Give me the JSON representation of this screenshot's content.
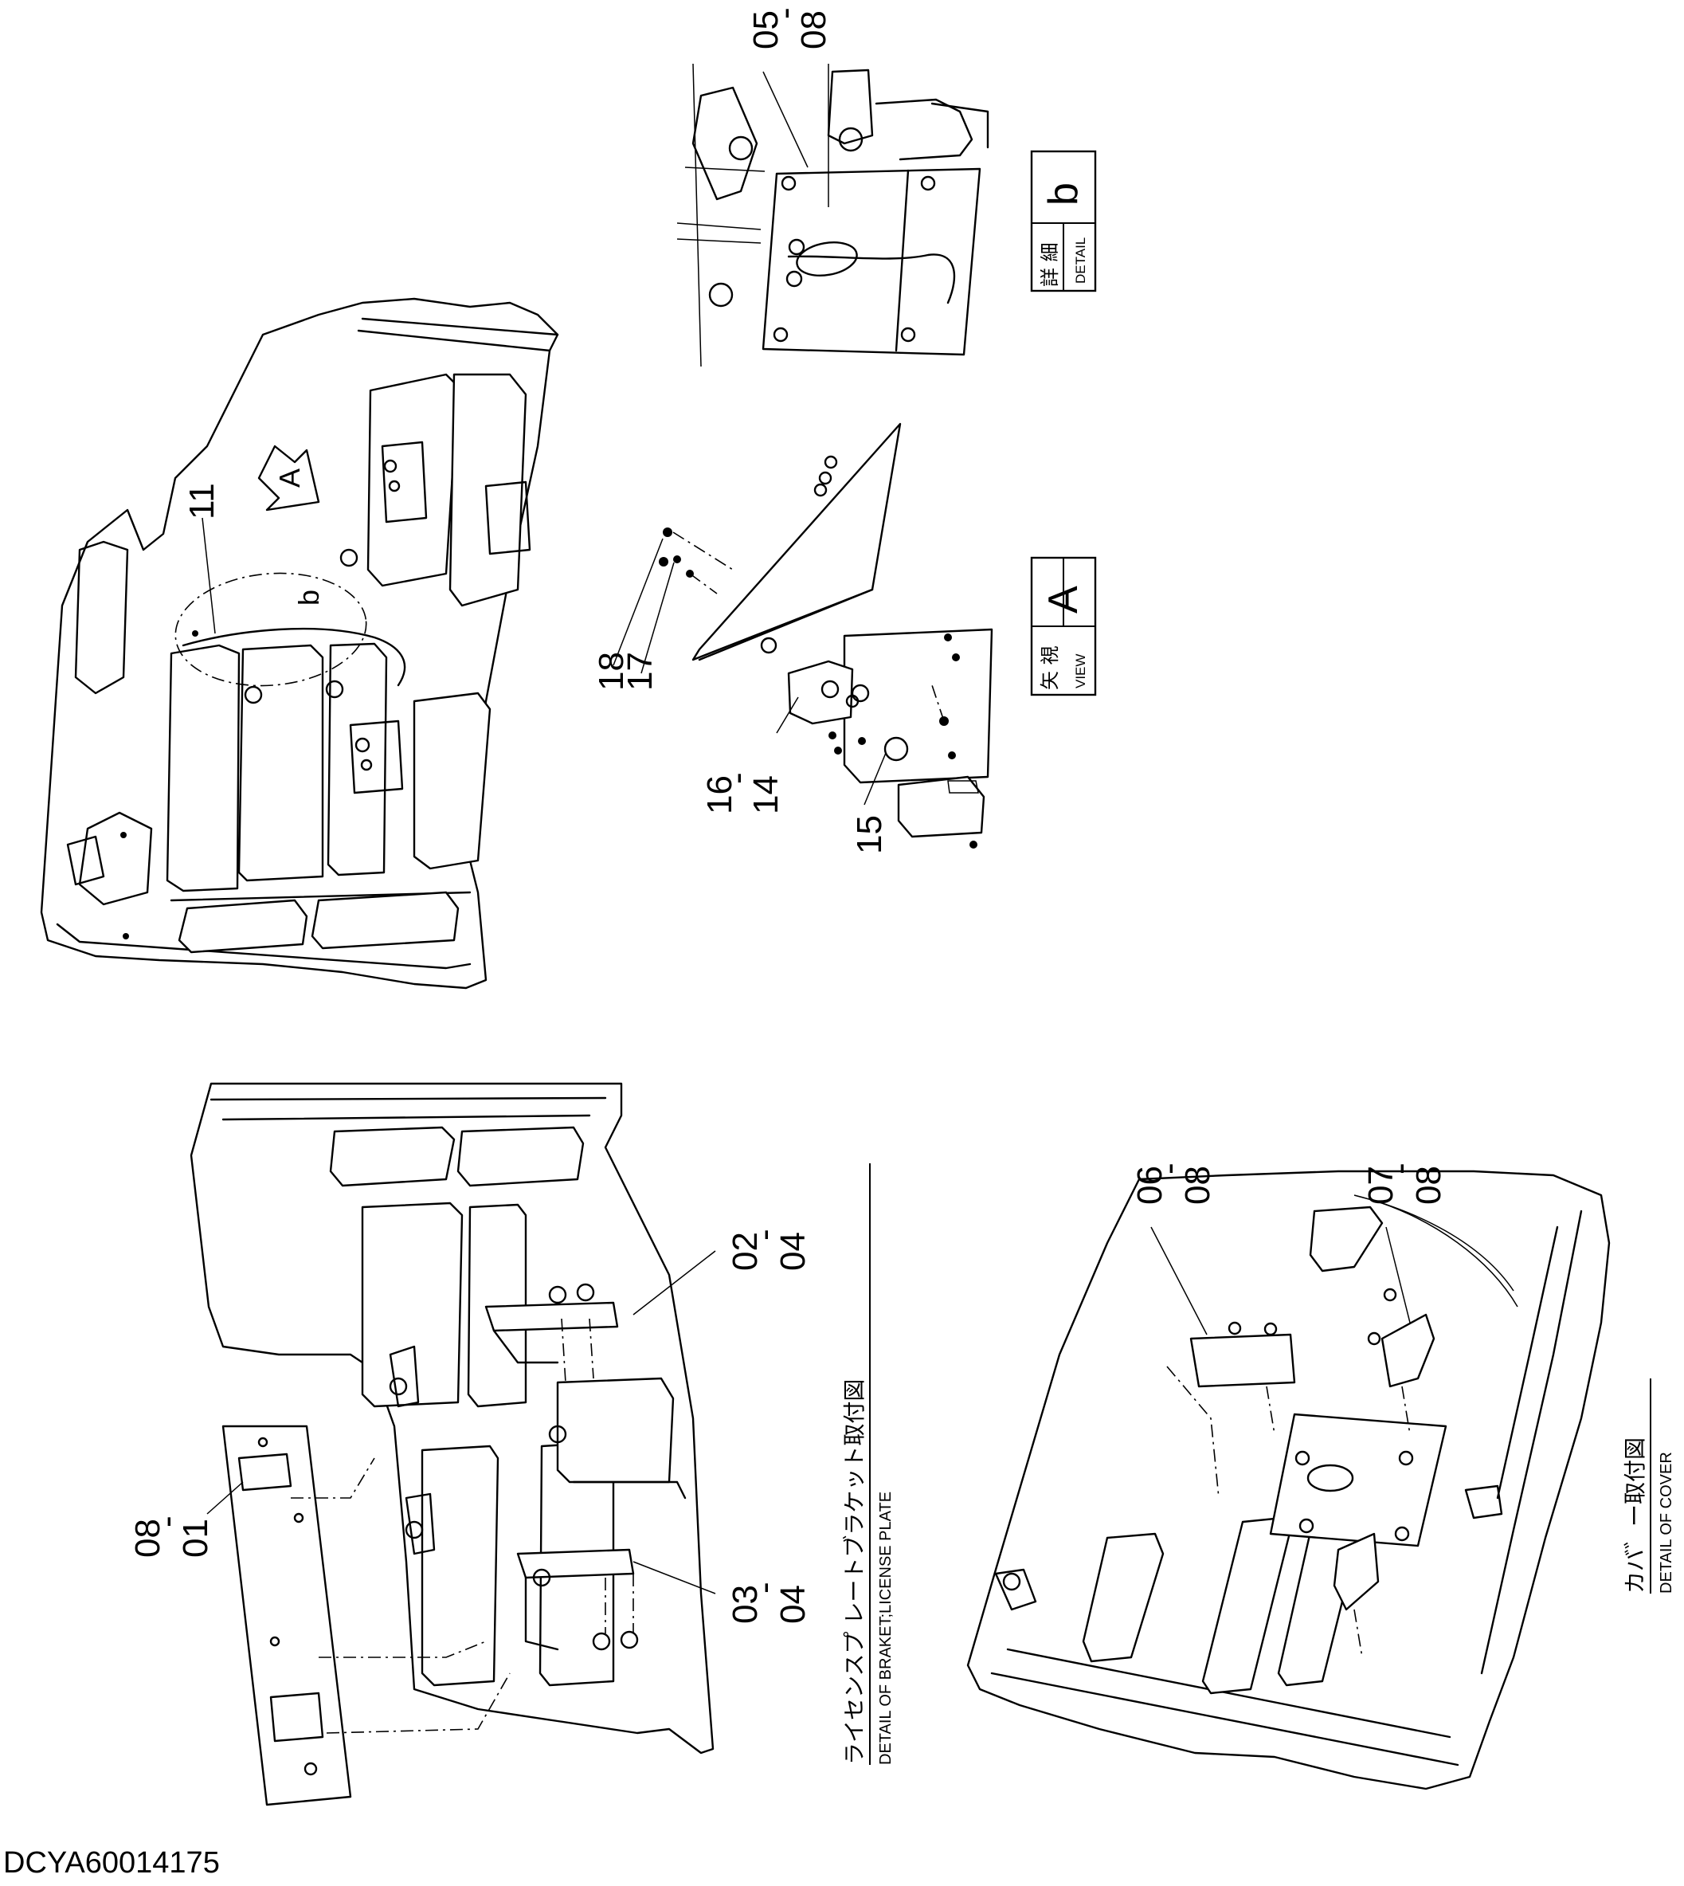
{
  "document_id": "DCYA60014175",
  "views": {
    "rear_cover_assembly": {
      "callouts": [
        {
          "id": "11",
          "text": "11"
        }
      ],
      "view_marker": {
        "text": "A"
      },
      "detail_marker": {
        "text": "b"
      }
    },
    "view_a": {
      "callouts": [
        {
          "id": "18",
          "text": "18"
        },
        {
          "id": "17",
          "text": "17"
        },
        {
          "id": "16-14",
          "top": "16",
          "sep": "-",
          "bottom": "14"
        },
        {
          "id": "15",
          "text": "15"
        }
      ],
      "label_box": {
        "jp": "矢 視",
        "en": "VIEW",
        "letter": "A"
      }
    },
    "detail_b": {
      "callouts": [
        {
          "id": "05-08",
          "top": "05",
          "sep": "-",
          "bottom": "08"
        }
      ],
      "label_box": {
        "jp": "詳 細",
        "en": "DETAIL",
        "letter": "b"
      }
    },
    "license_plate_detail": {
      "callouts": [
        {
          "id": "02-04",
          "top": "02",
          "sep": "-",
          "bottom": "04"
        },
        {
          "id": "03-04",
          "top": "03",
          "sep": "-",
          "bottom": "04"
        },
        {
          "id": "08-01",
          "top": "08",
          "sep": "-",
          "bottom": "01"
        }
      ],
      "caption": {
        "jp": "ライセンスプ レートブラケット取付図",
        "en": "DETAIL OF BRAKET;LICENSE PLATE"
      }
    },
    "cover_detail": {
      "callouts": [
        {
          "id": "06-08",
          "top": "06",
          "sep": "-",
          "bottom": "08"
        },
        {
          "id": "07-08",
          "top": "07",
          "sep": "-",
          "bottom": "08"
        }
      ],
      "caption": {
        "jp": "カバ゛ー取付図",
        "en": "DETAIL OF COVER"
      }
    }
  }
}
